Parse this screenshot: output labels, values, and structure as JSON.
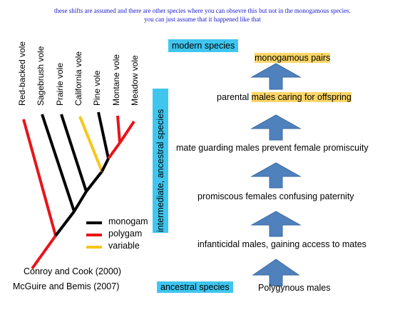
{
  "notes": {
    "line1": "these shifts are assumed and there are other species where you can obsevre this but not in the monogamous species.",
    "line2": "you can just assume that it happened like that"
  },
  "tree": {
    "species": [
      "Red-backed vole",
      "Sagebrush vole",
      "Prairie vole",
      "California vole",
      "Pine vole",
      "Montane vole",
      "Meadow vole"
    ]
  },
  "legend": [
    {
      "label": "monogam",
      "color": "#000000"
    },
    {
      "label": "polygam",
      "color": "#e8141a"
    },
    {
      "label": "variable",
      "color": "#f7c61a"
    }
  ],
  "citations": [
    "Conroy and Cook (2000)",
    "McGuire and Bemis (2007)"
  ],
  "labels": {
    "modern": "modern species",
    "intermediate": "intermediate, ancestral species",
    "ancestral": "ancestral species"
  },
  "steps": {
    "top_pre": "",
    "top_hl": "monogamous pairs",
    "parental_pre": "parental ",
    "parental_hl": "males caring for offspring",
    "guarding": "mate guarding males prevent female promiscuity",
    "promiscuous": "promiscous females confusing paternity",
    "infanticidal": "infanticidal males, gaining access to mates",
    "polygynous": "Polygynous males"
  },
  "colors": {
    "arrow": "#4f81bd",
    "label_box": "#3fc6ef",
    "highlight": "#fcd667"
  }
}
